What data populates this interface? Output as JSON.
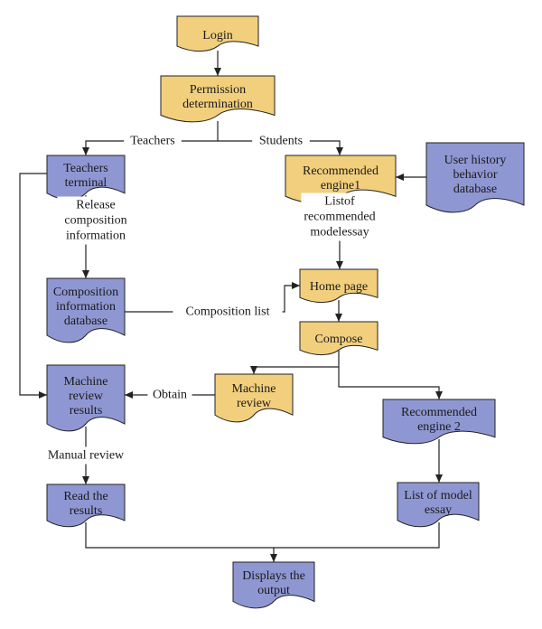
{
  "colors": {
    "process_fill": "#F2CF7D",
    "data_fill": "#8F97D3",
    "stroke": "#222222",
    "background": "#FFFFFF"
  },
  "nodes": {
    "login": {
      "lines": [
        "Login"
      ],
      "kind": "process"
    },
    "permission": {
      "lines": [
        "Permission",
        "determination"
      ],
      "kind": "process"
    },
    "teachers_terminal": {
      "lines": [
        "Teachers",
        "terminal"
      ],
      "kind": "data"
    },
    "recommended_engine1": {
      "lines": [
        "Recommended",
        "engine1"
      ],
      "kind": "process"
    },
    "user_history": {
      "lines": [
        "User history",
        "behavior",
        "database"
      ],
      "kind": "data"
    },
    "composition_db": {
      "lines": [
        "Composition",
        "information",
        "database"
      ],
      "kind": "data"
    },
    "home_page": {
      "lines": [
        "Home page"
      ],
      "kind": "process"
    },
    "compose": {
      "lines": [
        "Compose"
      ],
      "kind": "process"
    },
    "machine_review": {
      "lines": [
        "Machine",
        "review"
      ],
      "kind": "process"
    },
    "machine_review_results": {
      "lines": [
        "Machine",
        "review",
        "results"
      ],
      "kind": "data"
    },
    "recommended_engine2": {
      "lines": [
        "Recommended",
        "engine 2"
      ],
      "kind": "data"
    },
    "read_results": {
      "lines": [
        "Read the",
        "results"
      ],
      "kind": "data"
    },
    "list_model_essay": {
      "lines": [
        "List of model",
        "essay"
      ],
      "kind": "data"
    },
    "displays_output": {
      "lines": [
        "Displays the",
        "output"
      ],
      "kind": "data"
    }
  },
  "edge_labels": {
    "teachers": [
      "Teachers"
    ],
    "students": [
      "Students"
    ],
    "release": [
      "Release",
      "composition",
      "information"
    ],
    "listof": [
      "Listof",
      "recommended",
      "modelessay"
    ],
    "composition_list": [
      "Composition list"
    ],
    "obtain": [
      "Obtain"
    ],
    "manual_review": [
      "Manual review"
    ]
  }
}
